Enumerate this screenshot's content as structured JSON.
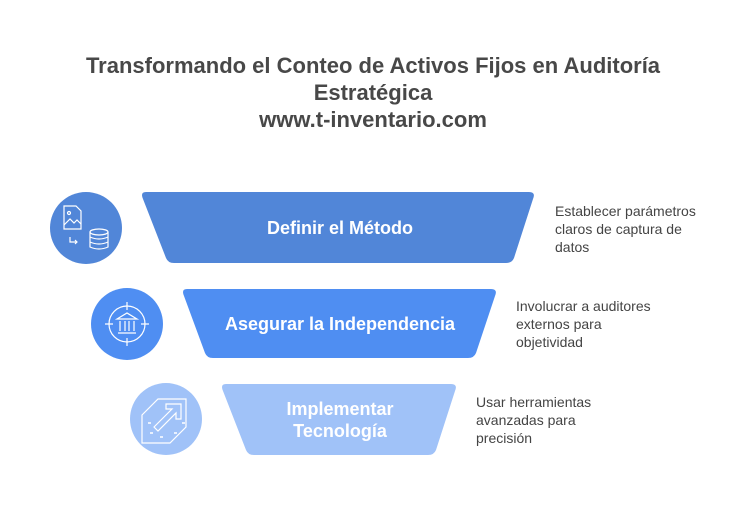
{
  "title": {
    "line1": "Transformando el Conteo de Activos Fijos en Auditoría",
    "line2": "Estratégica",
    "line3": "www.t-inventario.com"
  },
  "steps": [
    {
      "label": "Definir el Método",
      "description": [
        "Establecer parámetros",
        "claros de captura de",
        "datos"
      ],
      "color": "#5186d8",
      "icon": "image-to-database-icon"
    },
    {
      "label": "Asegurar la Independencia",
      "description": [
        "Involucrar a auditores",
        "externos para",
        "objetividad"
      ],
      "color": "#4f8ef2",
      "icon": "bank-target-icon"
    },
    {
      "label": "Implementar Tecnología",
      "label_lines": [
        "Implementar",
        "Tecnología"
      ],
      "description": [
        "Usar herramientas",
        "avanzadas para",
        "precisión"
      ],
      "color": "#a0c2f8",
      "icon": "growth-arrow-icon"
    }
  ]
}
